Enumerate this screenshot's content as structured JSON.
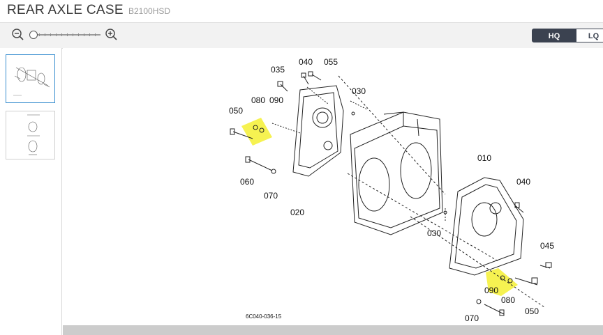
{
  "header": {
    "title": "REAR AXLE CASE",
    "model": "B2100HSD"
  },
  "toolbar": {
    "zoom_out_icon": "zoom-out-icon",
    "zoom_in_icon": "zoom-in-icon",
    "quality": {
      "hq_label": "HQ",
      "lq_label": "LQ",
      "selected": "HQ"
    }
  },
  "thumbnails": {
    "count": 2,
    "selected_index": 0
  },
  "diagram": {
    "code": "6C040-036-15",
    "labels": [
      "035",
      "040",
      "055",
      "030",
      "080",
      "090",
      "050",
      "060",
      "070",
      "020",
      "010",
      "040",
      "030",
      "045",
      "090",
      "080",
      "050",
      "070"
    ],
    "highlight_color": "#f5f032"
  }
}
